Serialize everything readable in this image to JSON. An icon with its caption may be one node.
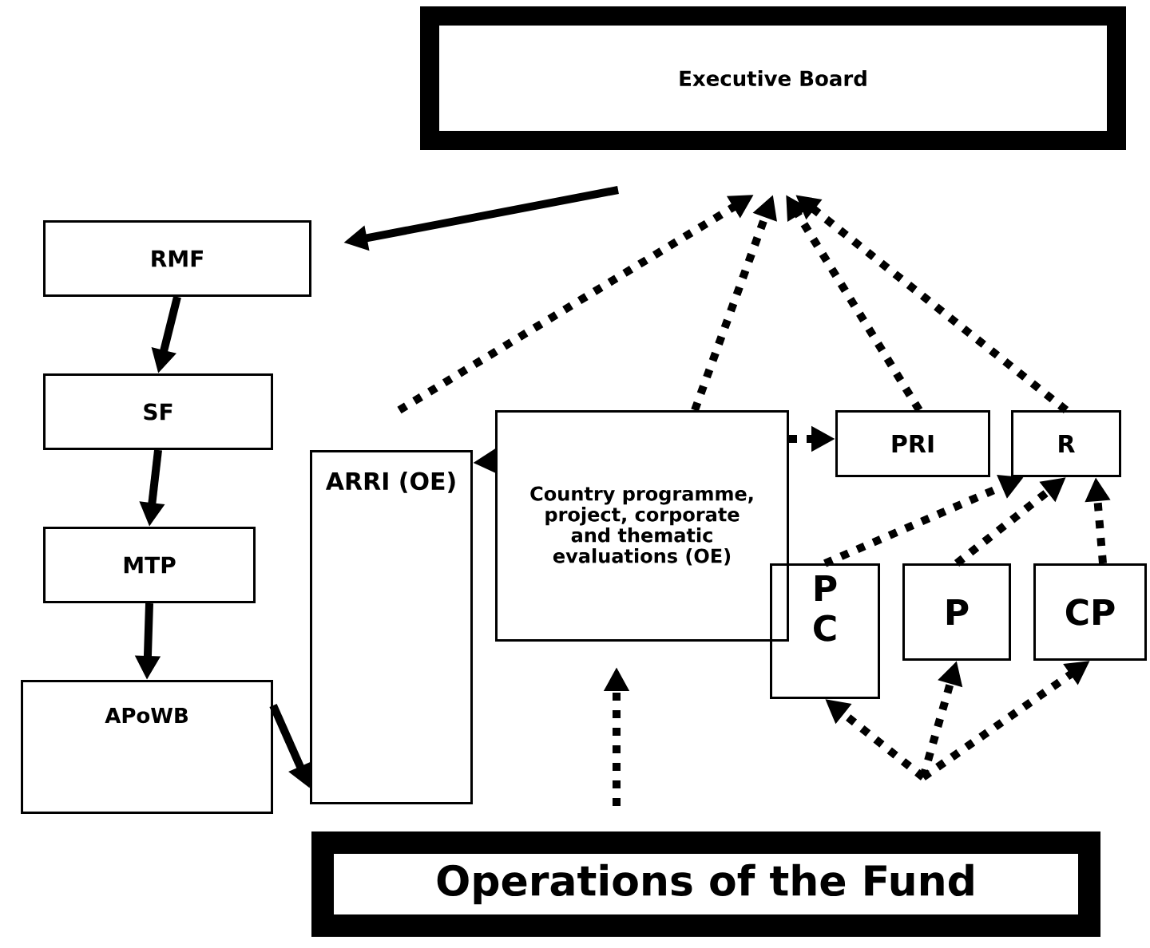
{
  "diagram": {
    "nodes": [
      {
        "text": [
          "Executive Board"
        ]
      },
      {
        "text": [
          "RMF"
        ]
      },
      {
        "text": [
          "SF"
        ]
      },
      {
        "text": [
          "MTP"
        ]
      },
      {
        "text": [
          "APoWB"
        ]
      },
      {
        "text": [
          "ARRI (OE)"
        ]
      },
      {
        "text": [
          "Country programme, project, corporate and thematic evaluations (OE)"
        ]
      },
      {
        "text": [
          "PRI"
        ]
      },
      {
        "text": [
          "R"
        ]
      },
      {
        "text": [
          "P C"
        ]
      },
      {
        "text": [
          "P"
        ]
      },
      {
        "text": [
          "CP"
        ]
      },
      {
        "text": [
          "Operations of the Fund"
        ]
      }
    ],
    "edges": [
      {
        "from": 0,
        "to": 1,
        "arrow": "to"
      },
      {
        "from": 1,
        "to": 2,
        "arrow": "to"
      },
      {
        "from": 2,
        "to": 3,
        "arrow": "to"
      },
      {
        "from": 3,
        "to": 4,
        "arrow": "to"
      },
      {
        "from": 4,
        "to": 5,
        "arrow": "to"
      },
      {
        "from": 5,
        "to": 0,
        "arrow": "to",
        "style": "dashed"
      },
      {
        "from": 6,
        "to": 0,
        "arrow": "to",
        "style": "dashed"
      },
      {
        "from": 7,
        "to": 0,
        "arrow": "to",
        "style": "dashed"
      },
      {
        "from": 8,
        "to": 0,
        "arrow": "to",
        "style": "dashed"
      },
      {
        "from": 6,
        "to": 5,
        "arrow": "to"
      },
      {
        "from": 6,
        "to": 7,
        "arrow": "to",
        "style": "dashed"
      },
      {
        "from": 9,
        "to": 8,
        "arrow": "to",
        "style": "dashed"
      },
      {
        "from": 10,
        "to": 8,
        "arrow": "to",
        "style": "dashed"
      },
      {
        "from": 11,
        "to": 8,
        "arrow": "to",
        "style": "dashed"
      },
      {
        "from": 12,
        "to": 6,
        "arrow": "to",
        "style": "dashed"
      },
      {
        "from": null,
        "to": 9,
        "arrow": "to",
        "style": "dashed"
      },
      {
        "from": null,
        "to": 10,
        "arrow": "to",
        "style": "dashed"
      },
      {
        "from": null,
        "to": 11,
        "arrow": "to",
        "style": "dashed"
      }
    ]
  }
}
